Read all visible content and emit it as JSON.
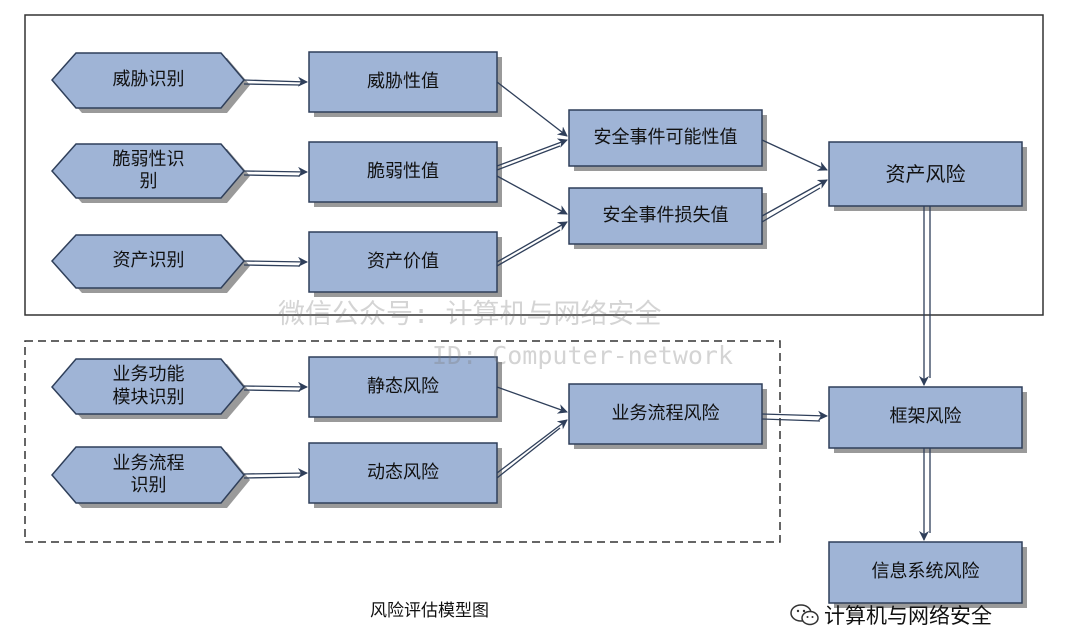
{
  "diagram": {
    "identification": {
      "threat_id": "威胁识别",
      "vuln_id": "脆弱性识\n别",
      "asset_id": "资产识别",
      "biz_func_id": "业务功能\n模块识别",
      "biz_proc_id": "业务流程\n识别"
    },
    "values": {
      "threat_value": "威胁性值",
      "vuln_value": "脆弱性值",
      "asset_value": "资产价值",
      "static_risk": "静态风险",
      "dynamic_risk": "动态风险"
    },
    "events": {
      "event_likelihood": "安全事件可能性值",
      "event_loss": "安全事件损失值",
      "biz_process_risk": "业务流程风险"
    },
    "results": {
      "asset_risk": "资产风险",
      "framework_risk": "框架风险",
      "info_system_risk": "信息系统风险"
    },
    "caption": "风险评估模型图"
  },
  "watermark": {
    "line1": "微信公众号: 计算机与网络安全",
    "line2": "ID: Computer-network"
  },
  "brand": {
    "name": "计算机与网络安全",
    "icon": "wechat-icon"
  },
  "colors": {
    "box_fill": "#9fb4d6",
    "hex_fill": "#9fb4d6",
    "border": "#2f3f5a",
    "shadow": "#9a9a9a",
    "arrow": "#2f3f5a"
  }
}
